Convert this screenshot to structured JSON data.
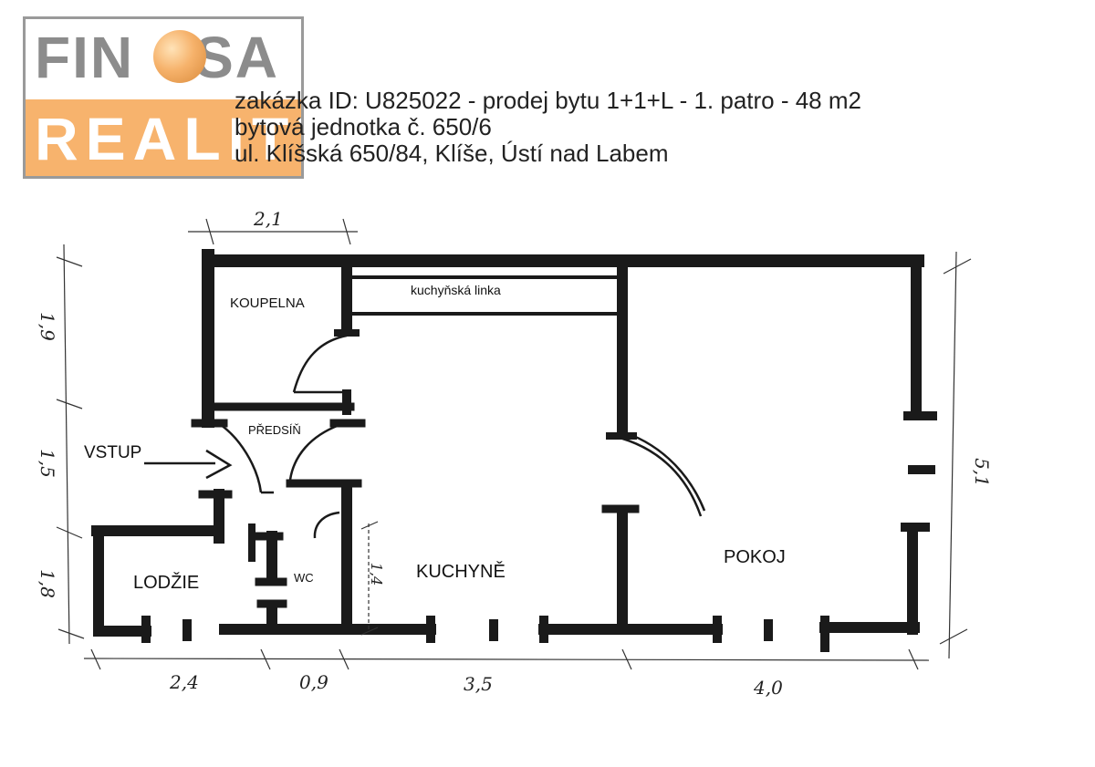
{
  "logo": {
    "top_text": "FIN",
    "top_text_tail": "SA",
    "bottom_text": "REALITY"
  },
  "header": {
    "line1": "zakázka ID: U825022 - prodej bytu 1+1+L - 1. patro - 48 m2",
    "line2": "bytová jednotka č. 650/6",
    "line3": "ul. Klíšská 650/84, Klíše, Ústí nad Labem"
  },
  "rooms": {
    "koupelna": "KOUPELNA",
    "kuchynska_linka": "kuchyňská linka",
    "predsin": "PŘEDSÍŇ",
    "vstup": "VSTUP",
    "lodzie": "LODŽIE",
    "wc": "WC",
    "kuchyne": "KUCHYNĚ",
    "pokoj": "POKOJ"
  },
  "dimensions": {
    "top_width": "2,1",
    "left_h1": "1,9",
    "left_h2": "1,5",
    "left_h3": "1,8",
    "right_h": "5,1",
    "inner_h": "1,4",
    "bottom_w1": "2,4",
    "bottom_w2": "0,9",
    "bottom_w3": "3,5",
    "bottom_w4": "4,0"
  },
  "colors": {
    "wall": "#1a1a1a",
    "logo_gray": "#8c8c8c",
    "logo_orange": "#f7b36d"
  }
}
